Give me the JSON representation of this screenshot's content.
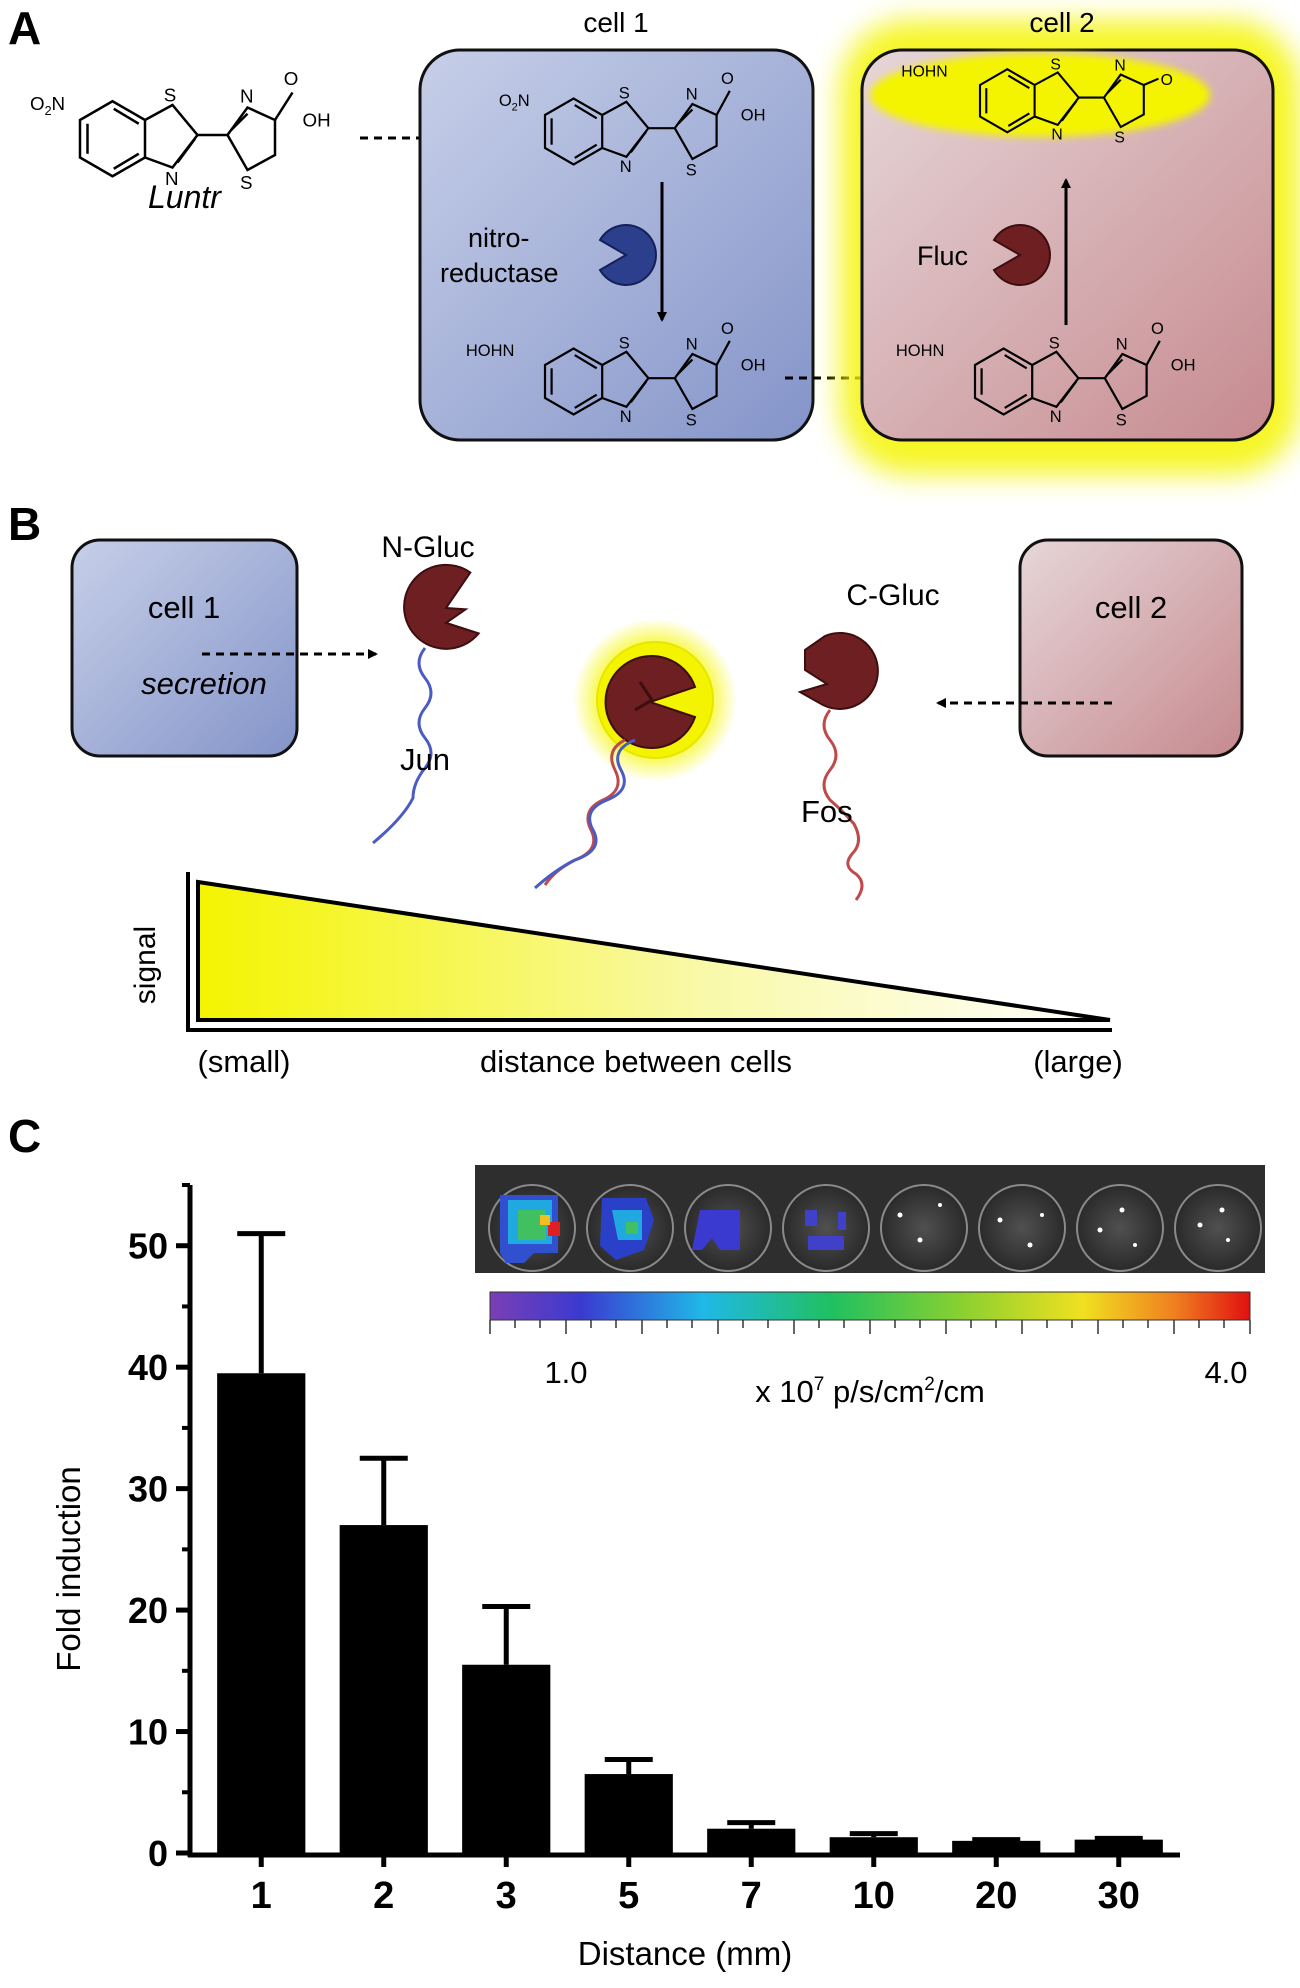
{
  "panelA": {
    "letter": "A",
    "cell1": "cell 1",
    "cell2": "cell 2",
    "compound": "Luntr",
    "enzyme1_line1": "nitro-",
    "enzyme1_line2": "reductase",
    "enzyme2": "Fluc",
    "chem": {
      "s": "S",
      "n": "N",
      "o": "O",
      "oh": "OH",
      "no2_o": "O",
      "no2_sub": "2",
      "no2_n": "N",
      "hohn": "HOHN"
    }
  },
  "panelB": {
    "letter": "B",
    "cell1": "cell 1",
    "secretion": "secretion",
    "cell2": "cell 2",
    "ngluc": "N-Gluc",
    "cgluc": "C-Gluc",
    "jun": "Jun",
    "fos": "Fos",
    "signal": "signal",
    "small": "(small)",
    "axis": "distance between cells",
    "large": "(large)"
  },
  "panelC": {
    "letter": "C",
    "colorbar_min": "1.0",
    "colorbar_max": "4.0",
    "colorbar_unit_pre": "x 10",
    "colorbar_unit_exp": "7",
    "colorbar_unit_mid": " p/s/cm",
    "colorbar_unit_exp2": "2",
    "colorbar_unit_post": "/cm"
  },
  "chart_data": {
    "type": "bar",
    "categories": [
      "1",
      "2",
      "3",
      "5",
      "7",
      "10",
      "20",
      "30"
    ],
    "values": [
      39.5,
      27,
      15.5,
      6.5,
      2,
      1.3,
      1,
      1.1
    ],
    "errors": [
      11.5,
      5.5,
      4.8,
      1.2,
      0.5,
      0.3,
      0.1,
      0.1
    ],
    "xlabel": "Distance (mm)",
    "ylabel": "Fold induction",
    "ylim": [
      0,
      55
    ],
    "yticks": [
      "0",
      "10",
      "20",
      "30",
      "40",
      "50"
    ],
    "bar_color": "#000000"
  },
  "colors": {
    "cell1": "#8f9ecf",
    "cell2": "#c98f93",
    "enzyme_blue": "#2b3f8c",
    "enzyme_red": "#6e1f22",
    "glow": "#f2f200",
    "jun": "#4a5cc4",
    "fos": "#c04a4a"
  }
}
